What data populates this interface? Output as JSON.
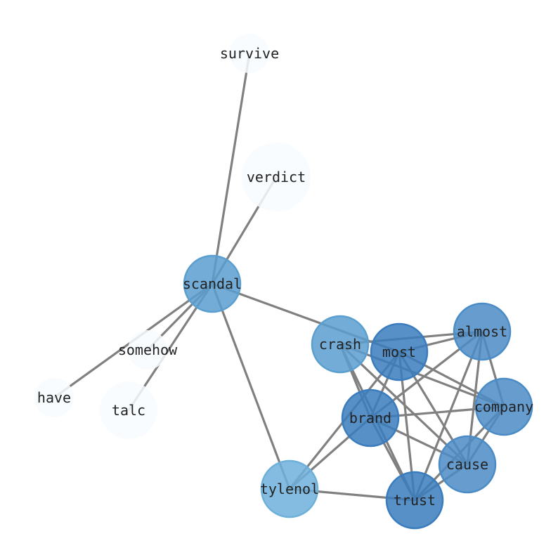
{
  "graph": {
    "nodes": [
      {
        "id": "survive",
        "label": "survive",
        "color": "#f7fbff",
        "weight": 0.0
      },
      {
        "id": "verdict",
        "label": "verdict",
        "color": "#f7fbff",
        "weight": 0.0
      },
      {
        "id": "scandal",
        "label": "scandal",
        "color": "#5a9fd0",
        "weight": 0.55
      },
      {
        "id": "somehow",
        "label": "somehow",
        "color": "#f7fbff",
        "weight": 0.0
      },
      {
        "id": "have",
        "label": "have",
        "color": "#f7fbff",
        "weight": 0.0
      },
      {
        "id": "talc",
        "label": "talc",
        "color": "#f7fbff",
        "weight": 0.0
      },
      {
        "id": "crash",
        "label": "crash",
        "color": "#5a9fd0",
        "weight": 0.55
      },
      {
        "id": "most",
        "label": "most",
        "color": "#3a7cbd",
        "weight": 0.8
      },
      {
        "id": "almost",
        "label": "almost",
        "color": "#4b8cc6",
        "weight": 0.7
      },
      {
        "id": "company",
        "label": "company",
        "color": "#4b8cc6",
        "weight": 0.7
      },
      {
        "id": "brand",
        "label": "brand",
        "color": "#3a7cbd",
        "weight": 0.8
      },
      {
        "id": "cause",
        "label": "cause",
        "color": "#4b8cc6",
        "weight": 0.7
      },
      {
        "id": "tylenol",
        "label": "tylenol",
        "color": "#6db0da",
        "weight": 0.45
      },
      {
        "id": "trust",
        "label": "trust",
        "color": "#3a7cbd",
        "weight": 0.8
      }
    ],
    "edges": [
      [
        "scandal",
        "survive"
      ],
      [
        "scandal",
        "verdict"
      ],
      [
        "scandal",
        "somehow"
      ],
      [
        "scandal",
        "have"
      ],
      [
        "scandal",
        "talc"
      ],
      [
        "scandal",
        "tylenol"
      ],
      [
        "scandal",
        "most"
      ],
      [
        "crash",
        "almost"
      ],
      [
        "crash",
        "company"
      ],
      [
        "crash",
        "cause"
      ],
      [
        "crash",
        "trust"
      ],
      [
        "crash",
        "brand"
      ],
      [
        "most",
        "almost"
      ],
      [
        "most",
        "company"
      ],
      [
        "most",
        "cause"
      ],
      [
        "most",
        "trust"
      ],
      [
        "most",
        "brand"
      ],
      [
        "most",
        "tylenol"
      ],
      [
        "almost",
        "brand"
      ],
      [
        "almost",
        "trust"
      ],
      [
        "almost",
        "cause"
      ],
      [
        "almost",
        "company"
      ],
      [
        "brand",
        "company"
      ],
      [
        "brand",
        "cause"
      ],
      [
        "brand",
        "trust"
      ],
      [
        "brand",
        "tylenol"
      ],
      [
        "company",
        "cause"
      ],
      [
        "company",
        "trust"
      ],
      [
        "cause",
        "trust"
      ],
      [
        "tylenol",
        "trust"
      ]
    ]
  }
}
